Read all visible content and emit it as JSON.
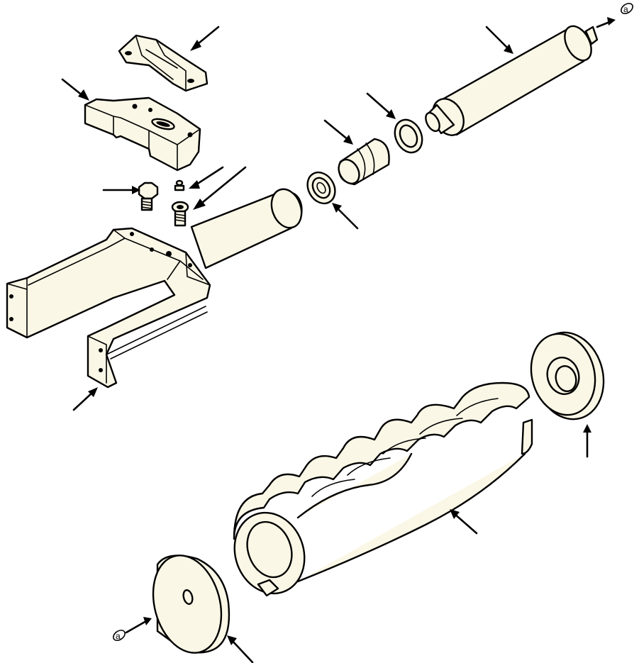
{
  "diagram": {
    "background": "#ffffff",
    "line_color": "#000000",
    "part_fill": "#fbf7e6",
    "continuation_marks": [
      {
        "id": "top-ref",
        "label": "a"
      },
      {
        "id": "bottom-ref",
        "label": "a"
      }
    ]
  }
}
